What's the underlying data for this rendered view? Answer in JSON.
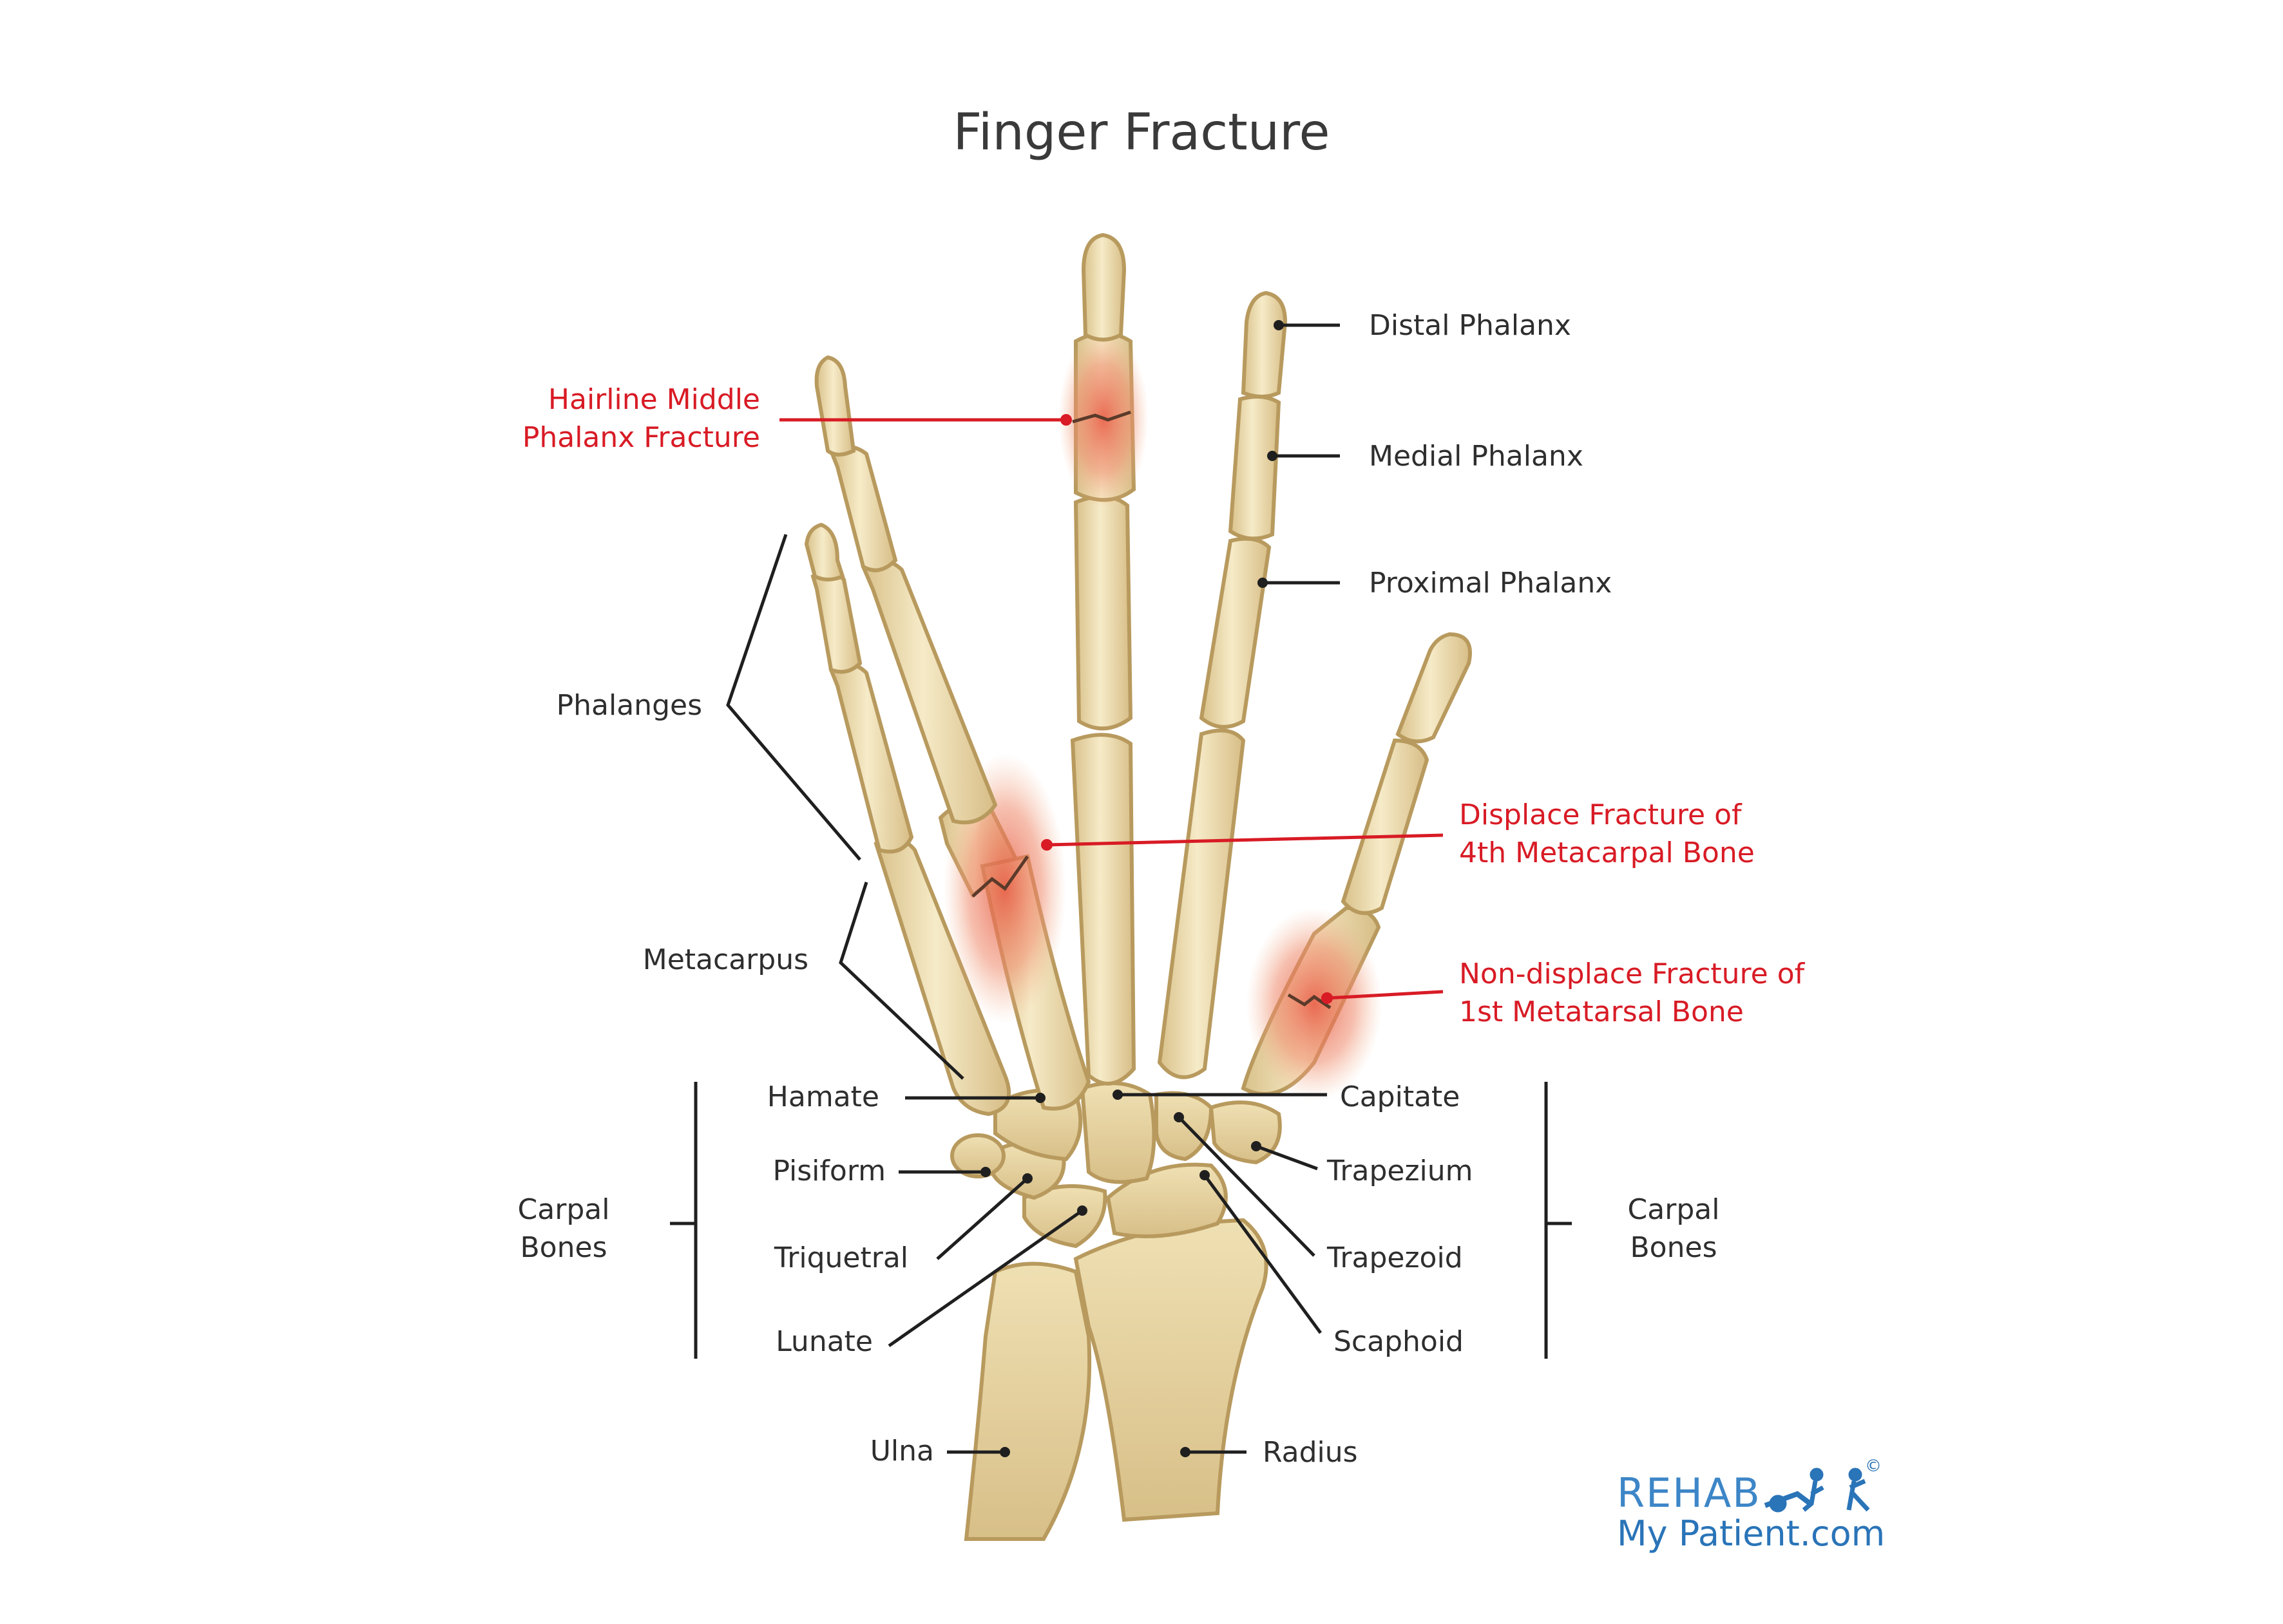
{
  "title": "Finger Fracture",
  "labels": {
    "distal_phalanx": "Distal Phalanx",
    "medial_phalanx": "Medial Phalanx",
    "proximal_phalanx": "Proximal Phalanx",
    "phalanges": "Phalanges",
    "metacarpus": "Metacarpus",
    "hamate": "Hamate",
    "pisiform": "Pisiform",
    "triquetral": "Triquetral",
    "lunate": "Lunate",
    "capitate": "Capitate",
    "trapezium": "Trapezium",
    "trapezoid": "Trapezoid",
    "scaphoid": "Scaphoid",
    "ulna": "Ulna",
    "radius": "Radius",
    "carpal_bones_left_1": "Carpal",
    "carpal_bones_left_2": "Bones",
    "carpal_bones_right_1": "Carpal",
    "carpal_bones_right_2": "Bones"
  },
  "fractures": {
    "hairline_1": "Hairline Middle",
    "hairline_2": "Phalanx Fracture",
    "displace_1": "Displace Fracture of",
    "displace_2": "4th Metacarpal Bone",
    "nondisplace_1": "Non-displace Fracture of",
    "nondisplace_2": "1st Metatarsal Bone"
  },
  "logo": {
    "line1": "REHAB",
    "line2a": "My Patient",
    "line2b": ".com",
    "copyright": "©"
  },
  "colors": {
    "bone": "#efe0b3",
    "bone_outline": "#b89a5e",
    "fracture": "#e8735a",
    "fracture_label": "#d81b25",
    "logo": "#3d86c7"
  }
}
